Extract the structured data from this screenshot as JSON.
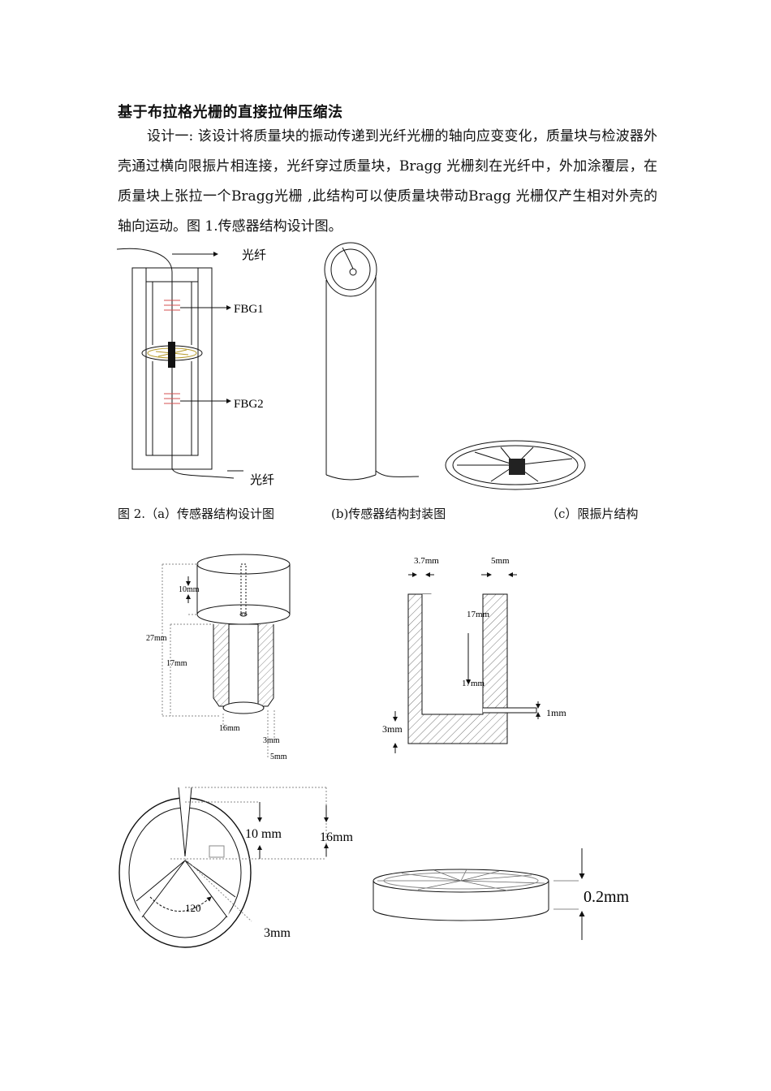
{
  "section_title": "基于布拉格光栅的直接拉伸压缩法",
  "paragraph": "设计一: 该设计将质量块的振动传递到光纤光栅的轴向应变变化，质量块与检波器外壳通过横向限振片相连接，光纤穿过质量块，Bragg 光栅刻在光纤中，外加涂覆层，在质量块上张拉一个Bragg光栅 ,此结构可以使质量块带动Bragg 光栅仅产生相对外壳的轴向运动。图 1.传感器结构设计图。",
  "figure2": {
    "labels": {
      "fiber_top": "光纤",
      "fbg1": "FBG1",
      "fbg2": "FBG2",
      "fiber_bottom": "光纤"
    },
    "caption_a": "图 2.（a）传感器结构设计图",
    "caption_b": "(b)传感器结构封装图",
    "caption_c": "（c）限振片结构"
  },
  "dims_cylinder": {
    "d10": "10mm",
    "d27": "27mm",
    "d17": "17mm",
    "d16": "16mm",
    "d3": "3mm",
    "d5": "5mm"
  },
  "dims_section": {
    "d37": "3.7mm",
    "d5": "5mm",
    "d17a": "17mm",
    "d17b": "17mm",
    "d1": "1mm",
    "d3": "3mm"
  },
  "dims_plate": {
    "d10": "10 mm",
    "d16": "16mm",
    "angle": "120",
    "d3": "3mm"
  },
  "dims_disc": {
    "d02": "0.2mm"
  }
}
